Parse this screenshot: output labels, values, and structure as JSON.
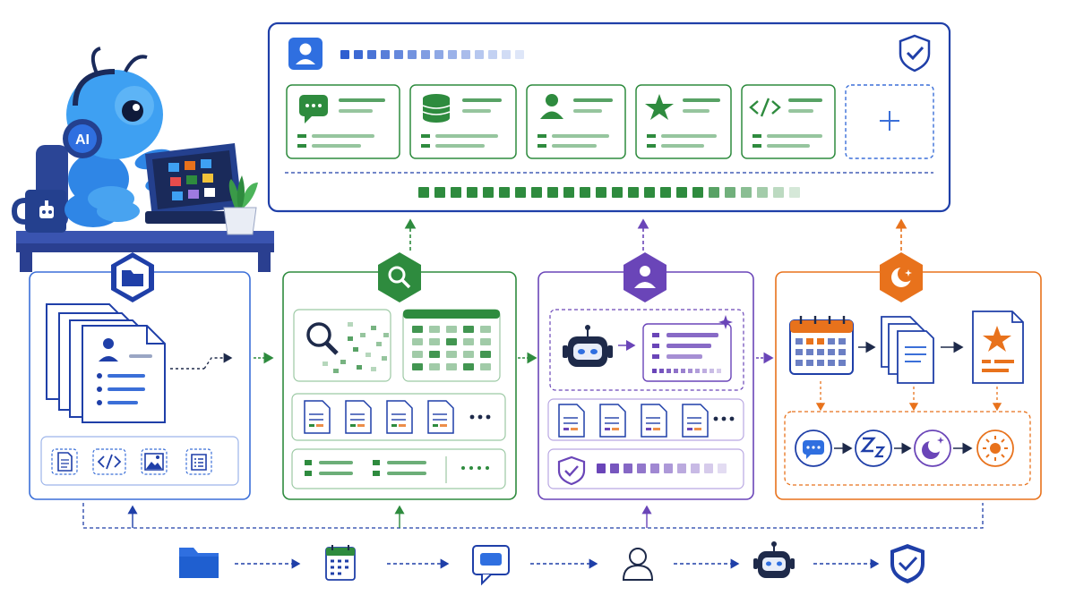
{
  "mascot": {
    "badge_text": "AI",
    "icons": [
      "headset-icon",
      "robot-mug-icon",
      "tablet-icon",
      "potted-plant-icon"
    ]
  },
  "memory_store": {
    "icons": [
      "user-icon",
      "shield-check-icon"
    ],
    "cards": [
      {
        "icon": "chat-icon",
        "color": "#2e8b3e"
      },
      {
        "icon": "database-icon",
        "color": "#2e8b3e"
      },
      {
        "icon": "person-icon",
        "color": "#2e8b3e"
      },
      {
        "icon": "star-icon",
        "color": "#2e8b3e"
      },
      {
        "icon": "code-icon",
        "color": "#2e8b3e"
      }
    ],
    "add_card_icon": "plus-icon"
  },
  "stages": [
    {
      "id": "collect",
      "badge_icon": "folder-icon",
      "color": "#1f3fa8",
      "file_type_icons": [
        "document-icon",
        "code-icon",
        "image-icon",
        "list-icon"
      ]
    },
    {
      "id": "search",
      "badge_icon": "search-icon",
      "color": "#2e8b3e",
      "icons": [
        "magnifier-icon",
        "grid-table-icon",
        "document-icon",
        "more-icon"
      ]
    },
    {
      "id": "agent",
      "badge_icon": "person-icon",
      "color": "#6a45b8",
      "icons": [
        "robot-icon",
        "sparkle-icon",
        "document-icon",
        "shield-check-icon"
      ]
    },
    {
      "id": "consolidate",
      "badge_icon": "moon-icon",
      "color": "#e8721c",
      "icons": [
        "calendar-icon",
        "documents-icon",
        "star-document-icon"
      ],
      "sleep_cycle_icons": [
        "chat-icon",
        "sleep-zz-icon",
        "moon-icon",
        "sun-icon"
      ]
    }
  ],
  "bottom_flow": {
    "icons": [
      "folder-icon",
      "calendar-icon",
      "chat-icon",
      "user-icon",
      "robot-icon",
      "shield-check-icon"
    ]
  },
  "colors": {
    "blue": "#1f3fa8",
    "blue_light": "#3b82f6",
    "green": "#2e8b3e",
    "purple": "#6a45b8",
    "orange": "#e8721c"
  }
}
